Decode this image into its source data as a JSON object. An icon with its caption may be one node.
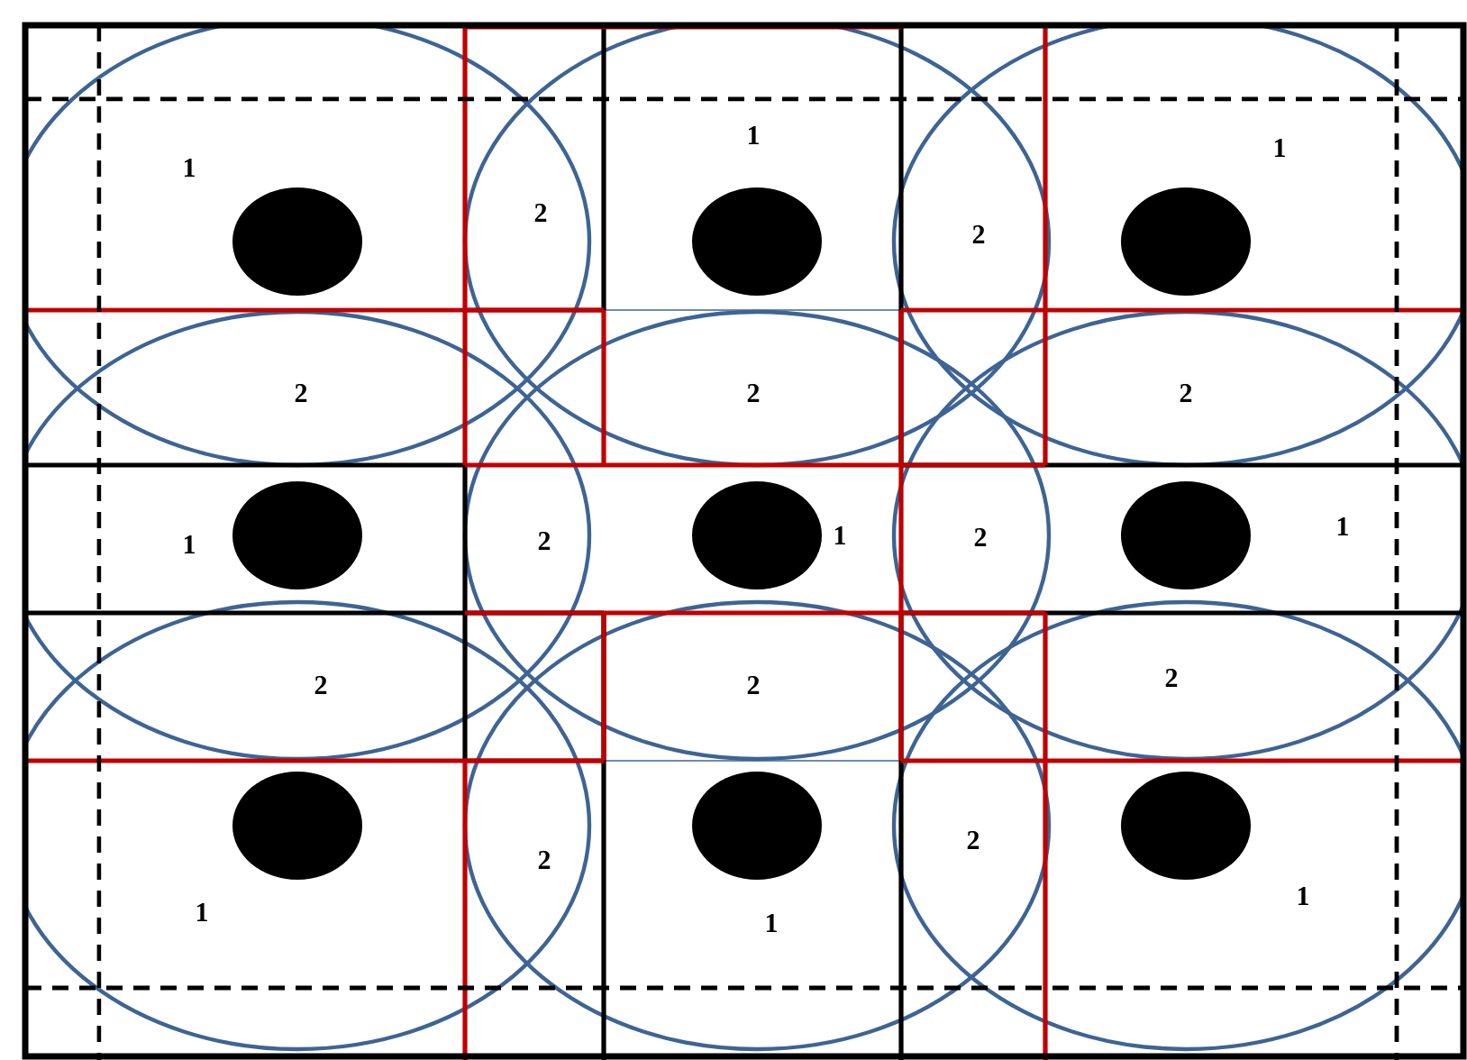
{
  "diagram": {
    "labels": [
      "1",
      "2",
      "1",
      "2",
      "1",
      "2",
      "2",
      "2",
      "1",
      "2",
      "1",
      "2",
      "1",
      "2",
      "2",
      "2",
      "1",
      "2",
      "1",
      "2",
      "1"
    ]
  }
}
